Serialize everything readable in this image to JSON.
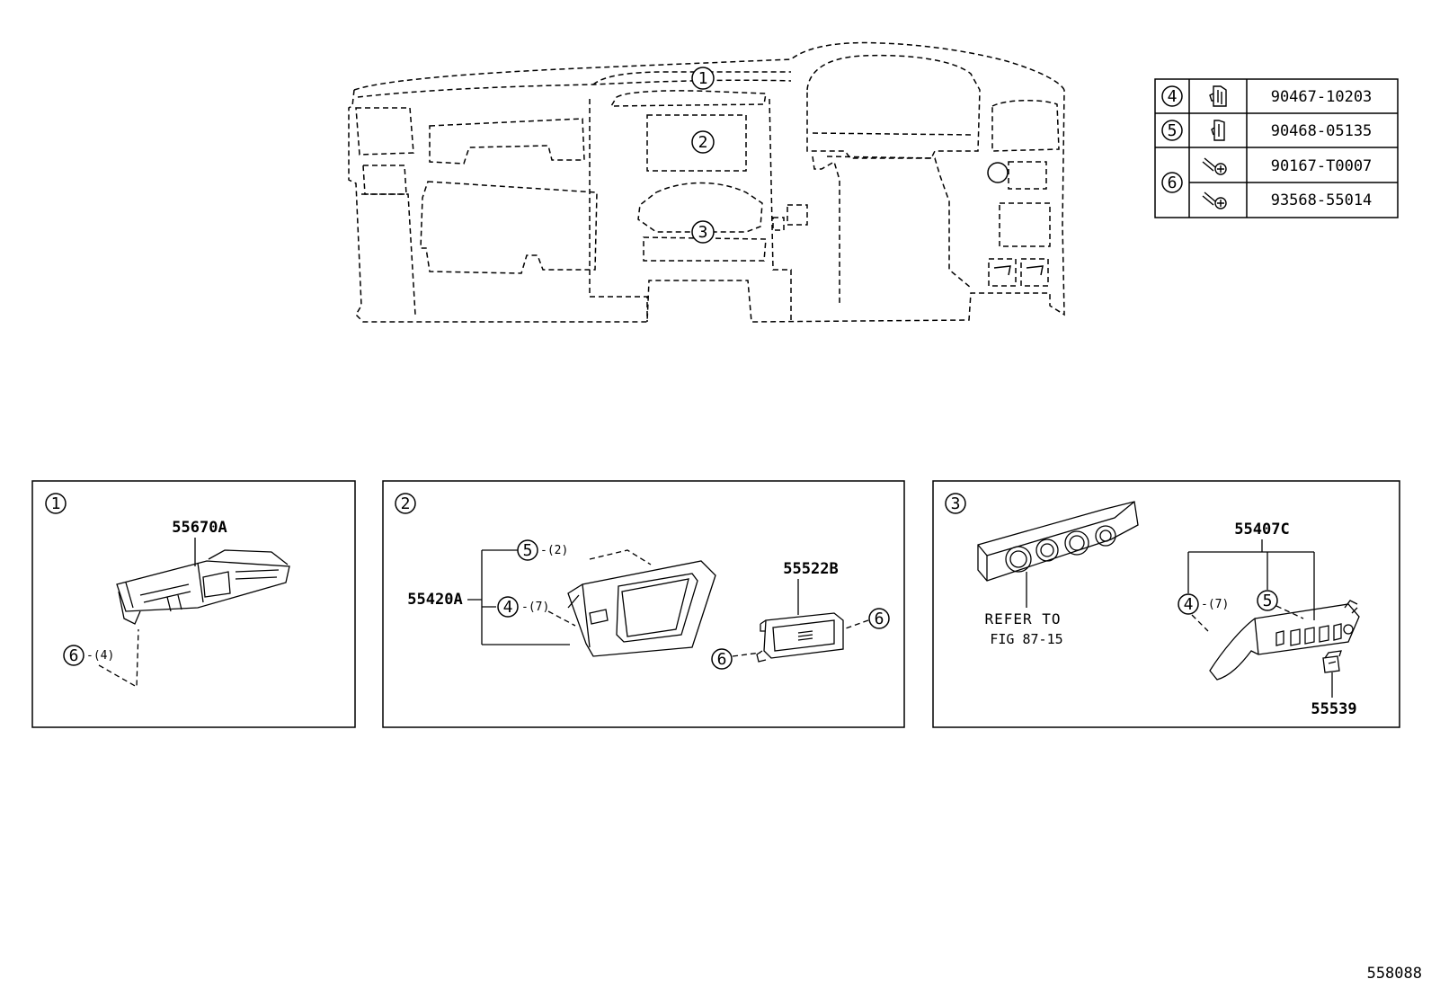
{
  "overview": {
    "callouts": [
      {
        "number": "1"
      },
      {
        "number": "2"
      },
      {
        "number": "3"
      }
    ]
  },
  "fastener_table": {
    "rows": [
      {
        "ref": "4",
        "icon": "clip-icon",
        "part_number": "90467-10203"
      },
      {
        "ref": "5",
        "icon": "clip-icon",
        "part_number": "90468-05135"
      },
      {
        "ref": "6",
        "icon": "screw-icon",
        "part_number": "90167-T0007"
      },
      {
        "ref": "",
        "icon": "screw-icon",
        "part_number": "93568-55014"
      }
    ]
  },
  "panels": [
    {
      "number": "1",
      "parts": [
        {
          "label": "55670A"
        }
      ],
      "fasteners": [
        {
          "ref": "6",
          "qty": "-(4)"
        }
      ]
    },
    {
      "number": "2",
      "parts": [
        {
          "label": "55420A"
        },
        {
          "label": "55522B"
        }
      ],
      "fasteners": [
        {
          "ref": "5",
          "qty": "-(2)"
        },
        {
          "ref": "4",
          "qty": "-(7)"
        },
        {
          "ref": "6",
          "qty": ""
        },
        {
          "ref": "6",
          "qty": ""
        }
      ]
    },
    {
      "number": "3",
      "parts": [
        {
          "label": "55407C"
        },
        {
          "label": "55539"
        }
      ],
      "fasteners": [
        {
          "ref": "4",
          "qty": "-(7)"
        },
        {
          "ref": "5",
          "qty": ""
        }
      ],
      "reference_note": {
        "line1": "REFER TO",
        "line2": "FIG 87-15"
      }
    }
  ],
  "figure_id": "558088"
}
